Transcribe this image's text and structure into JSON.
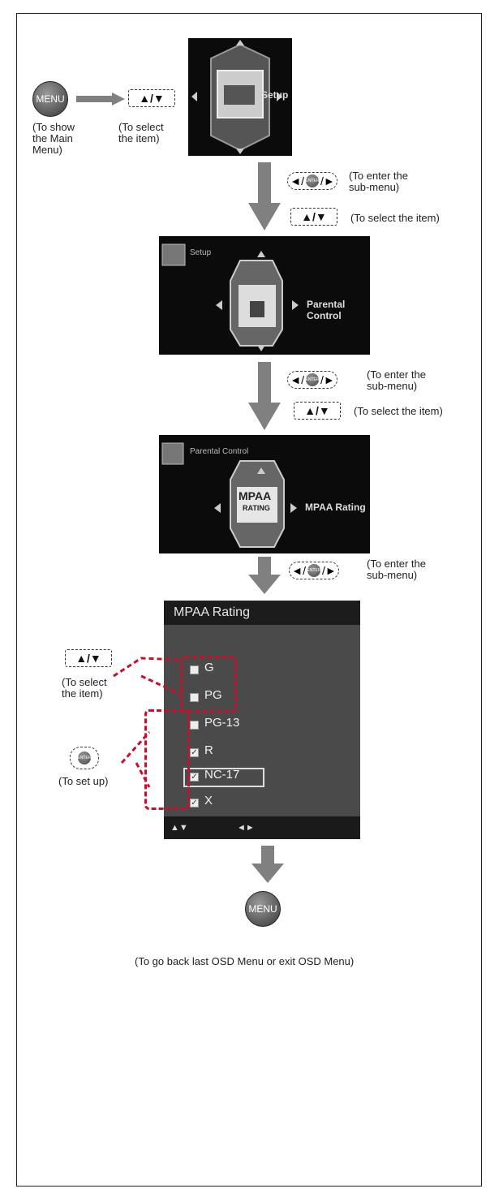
{
  "menu_button_label": "MENU",
  "enter_label": "ENTER",
  "select_keys": "▲/▼",
  "captions": {
    "show_main_menu": "(To show\nthe Main\nMenu)",
    "select_item_1": "(To select\nthe item)",
    "enter_submenu_1": "(To enter the\nsub-menu)",
    "select_item_2": "(To select the item)",
    "enter_submenu_2": "(To enter the\nsub-menu)",
    "select_item_3": "(To select the item)",
    "enter_submenu_3": "(To enter the\nsub-menu)",
    "select_item_4": "(To select\nthe item)",
    "set_up": "(To set up)",
    "go_back": "(To go back last OSD Menu or exit OSD Menu)"
  },
  "screens": {
    "setup": {
      "label": "Setup"
    },
    "parental": {
      "small_label": "Setup",
      "label": "Parental Control"
    },
    "mpaa": {
      "small_label": "Parental Control",
      "label": "MPAA Rating",
      "cube_text_1": "MPAA",
      "cube_text_2": "RATING"
    }
  },
  "rating_panel": {
    "title": "MPAA Rating",
    "options": [
      {
        "label": "G",
        "checked": false
      },
      {
        "label": "PG",
        "checked": false
      },
      {
        "label": "PG-13",
        "checked": false
      },
      {
        "label": "R",
        "checked": true
      },
      {
        "label": "NC-17",
        "checked": true
      },
      {
        "label": "X",
        "checked": true
      }
    ]
  },
  "colors": {
    "arrow": "#808080",
    "highlight": "#c8102e"
  }
}
